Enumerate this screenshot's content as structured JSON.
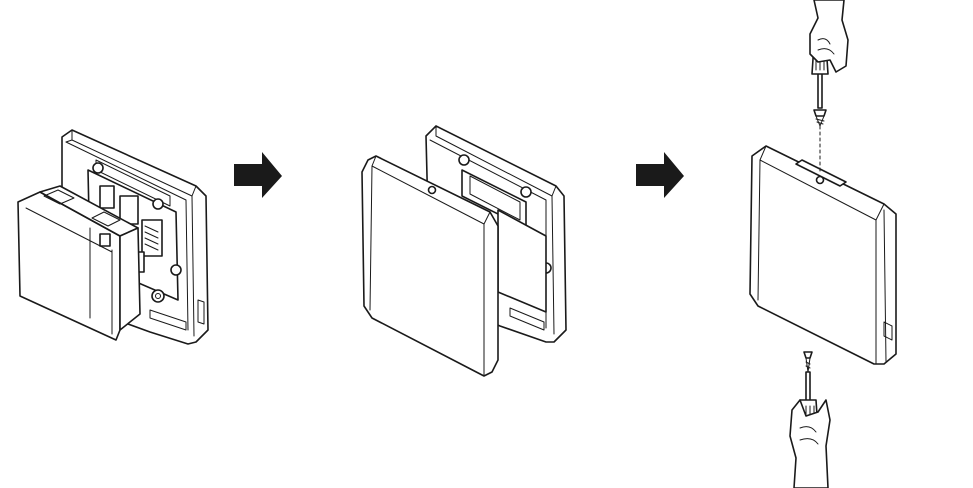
{
  "figure": {
    "steps": [
      {
        "id": 1,
        "icon": "open-housing-module-icon"
      },
      {
        "id": 2,
        "icon": "attach-cover-icon"
      },
      {
        "id": 3,
        "icon": "fasten-screws-icon"
      }
    ],
    "arrows": [
      "arrow-right-icon",
      "arrow-right-icon"
    ],
    "colors": {
      "line": "#1a1a1a",
      "fill": "#ffffff",
      "arrow": "#1a1a1a"
    }
  }
}
